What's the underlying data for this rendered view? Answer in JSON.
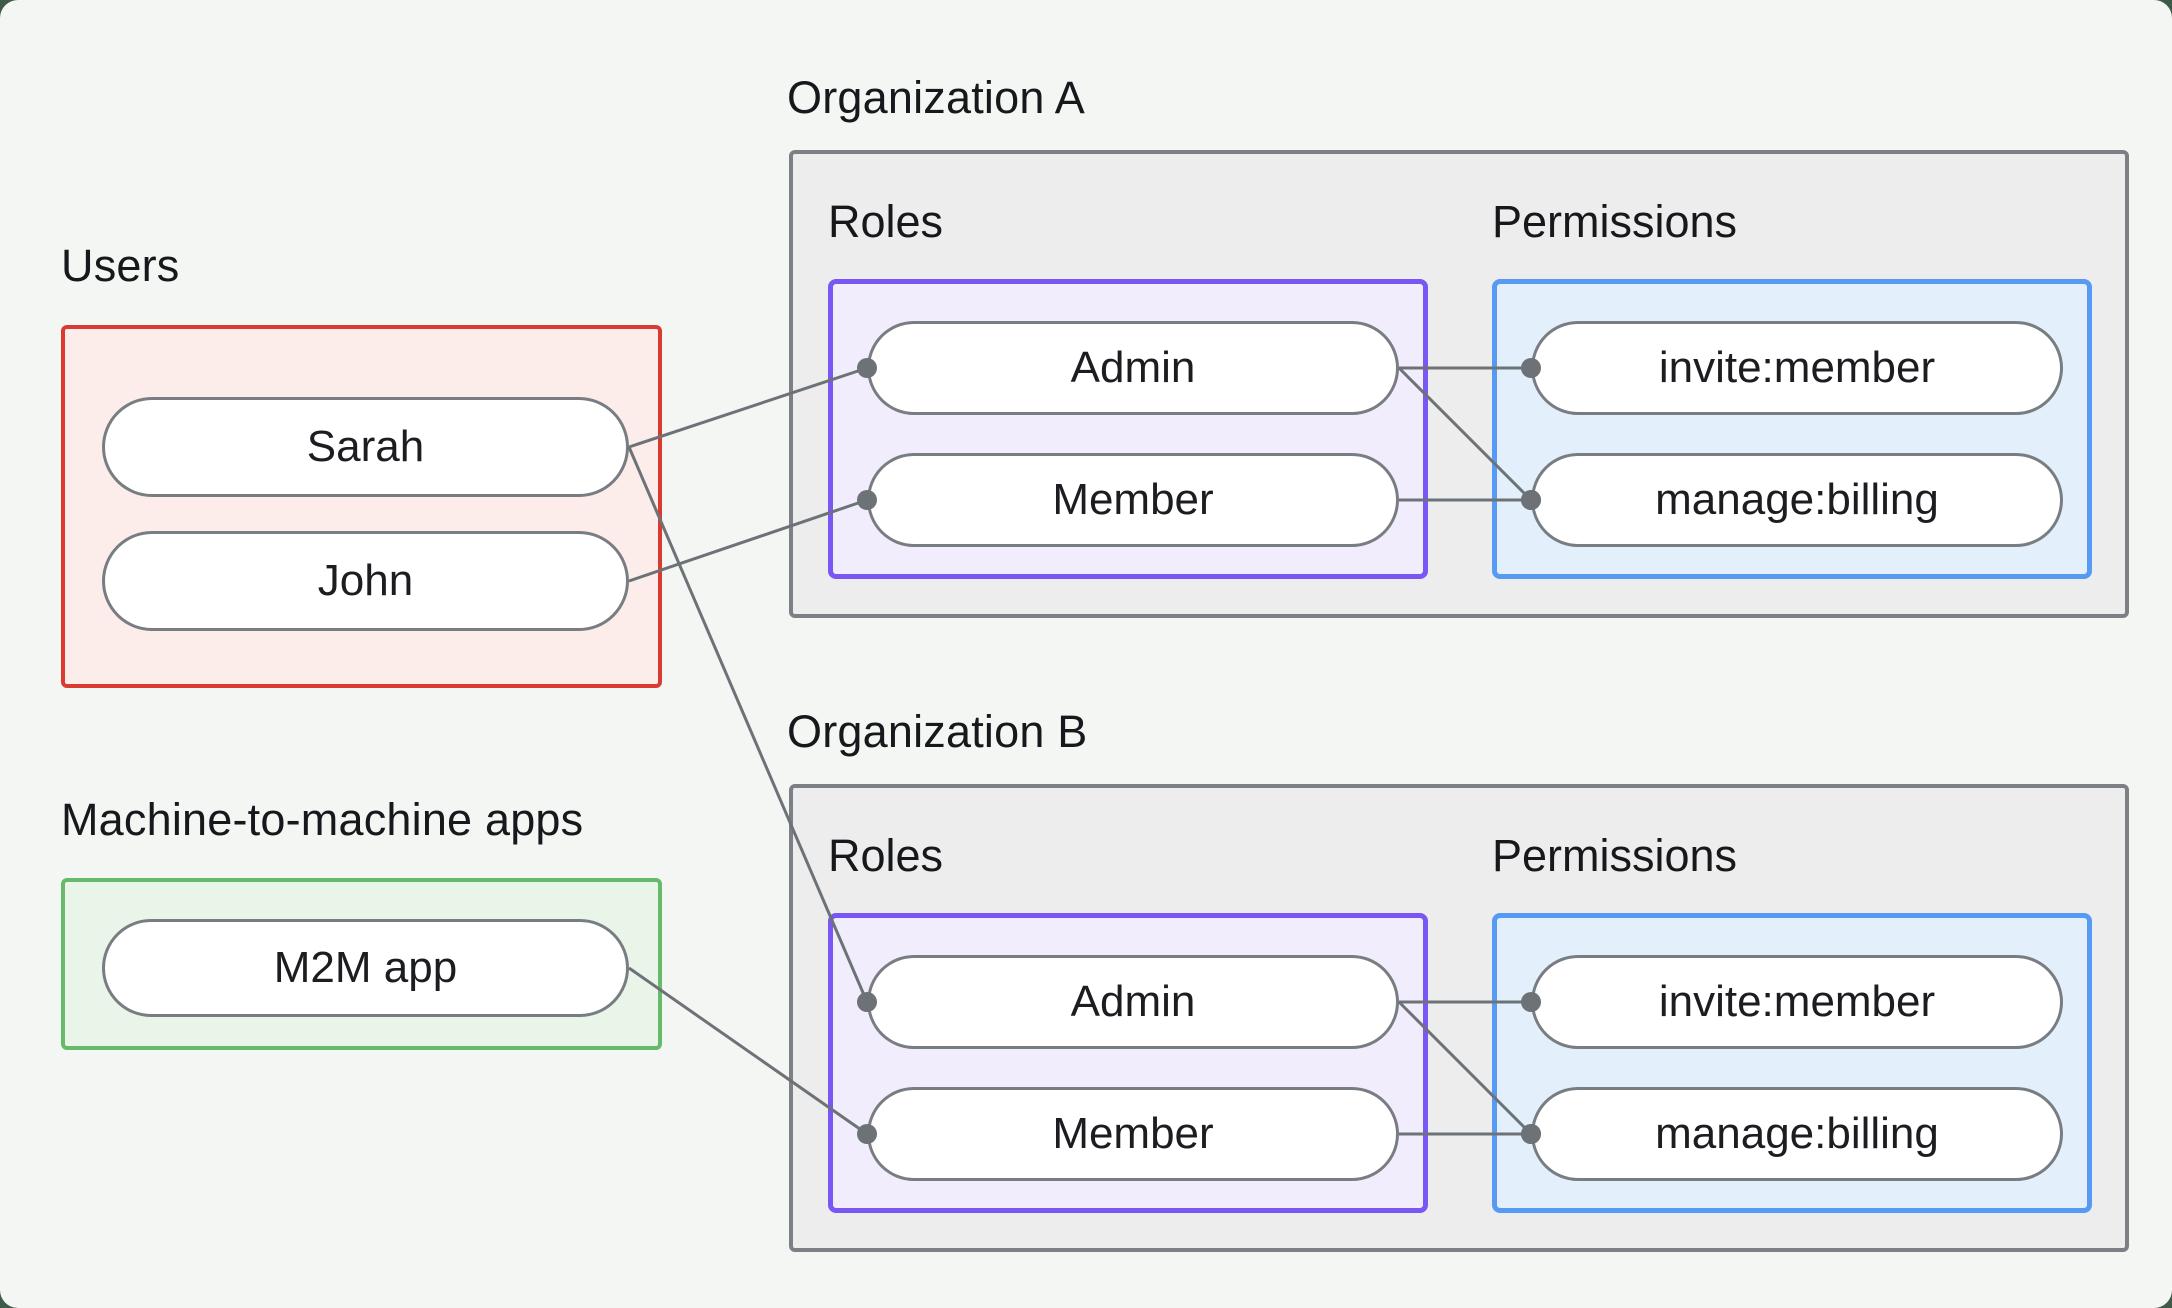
{
  "style": {
    "card_bg": "#f4f6f4",
    "outside_bg": "#3e5a49",
    "edge_color": "#6d7277",
    "dot_color": "#6d7277",
    "edge_width": 3,
    "dot_radius": 10,
    "users_border": "#d93a31",
    "users_fill": "#fcecea",
    "m2m_border": "#67ba6b",
    "m2m_fill": "#e9f5e9",
    "org_border": "#7c8084",
    "org_fill": "#ededee",
    "roles_border": "#7957f2",
    "roles_fill": "#f2edfc",
    "permissions_border": "#579af4",
    "permissions_fill": "#e3f0fc"
  },
  "users": {
    "label": "Users",
    "items": [
      {
        "id": "sarah",
        "label": "Sarah"
      },
      {
        "id": "john",
        "label": "John"
      }
    ]
  },
  "m2m": {
    "label": "Machine-to-machine apps",
    "items": [
      {
        "id": "m2m-app",
        "label": "M2M app"
      }
    ]
  },
  "organizations": [
    {
      "id": "org-a",
      "label": "Organization A",
      "roles_label": "Roles",
      "permissions_label": "Permissions",
      "roles": [
        {
          "id": "org-a-admin",
          "label": "Admin"
        },
        {
          "id": "org-a-member",
          "label": "Member"
        }
      ],
      "permissions": [
        {
          "id": "org-a-invite",
          "label": "invite:member"
        },
        {
          "id": "org-a-manage",
          "label": "manage:billing"
        }
      ]
    },
    {
      "id": "org-b",
      "label": "Organization B",
      "roles_label": "Roles",
      "permissions_label": "Permissions",
      "roles": [
        {
          "id": "org-b-admin",
          "label": "Admin"
        },
        {
          "id": "org-b-member",
          "label": "Member"
        }
      ],
      "permissions": [
        {
          "id": "org-b-invite",
          "label": "invite:member"
        },
        {
          "id": "org-b-manage",
          "label": "manage:billing"
        }
      ]
    }
  ],
  "connections": [
    {
      "from": "sarah",
      "to": "org-a-admin"
    },
    {
      "from": "sarah",
      "to": "org-b-admin"
    },
    {
      "from": "john",
      "to": "org-a-member"
    },
    {
      "from": "m2m-app",
      "to": "org-b-member"
    },
    {
      "from": "org-a-admin",
      "to": "org-a-invite"
    },
    {
      "from": "org-a-admin",
      "to": "org-a-manage"
    },
    {
      "from": "org-a-member",
      "to": "org-a-manage"
    },
    {
      "from": "org-b-admin",
      "to": "org-b-invite"
    },
    {
      "from": "org-b-admin",
      "to": "org-b-manage"
    },
    {
      "from": "org-b-member",
      "to": "org-b-manage"
    }
  ]
}
